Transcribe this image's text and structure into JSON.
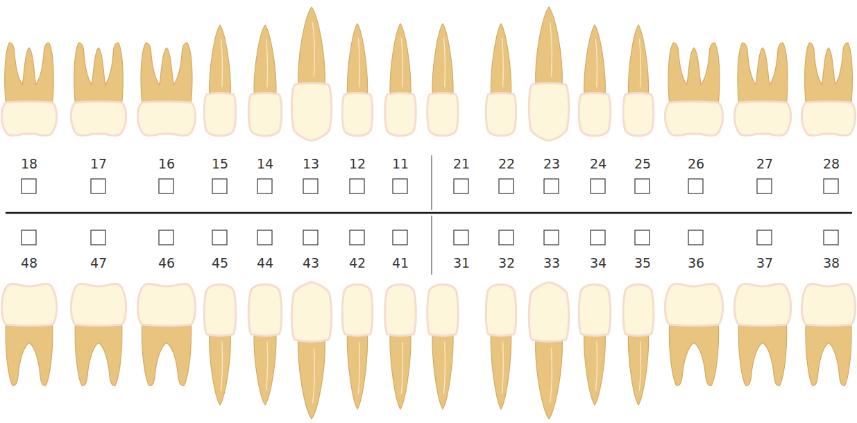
{
  "diagram": {
    "labels": [
      "18",
      "17",
      "16",
      "15",
      "14",
      "13",
      "12",
      "11",
      "21",
      "22",
      "23",
      "24",
      "25",
      "26",
      "27",
      "28",
      "48",
      "47",
      "46",
      "45",
      "44",
      "43",
      "42",
      "41",
      "31",
      "32",
      "33",
      "34",
      "35",
      "36",
      "37",
      "38"
    ]
  }
}
